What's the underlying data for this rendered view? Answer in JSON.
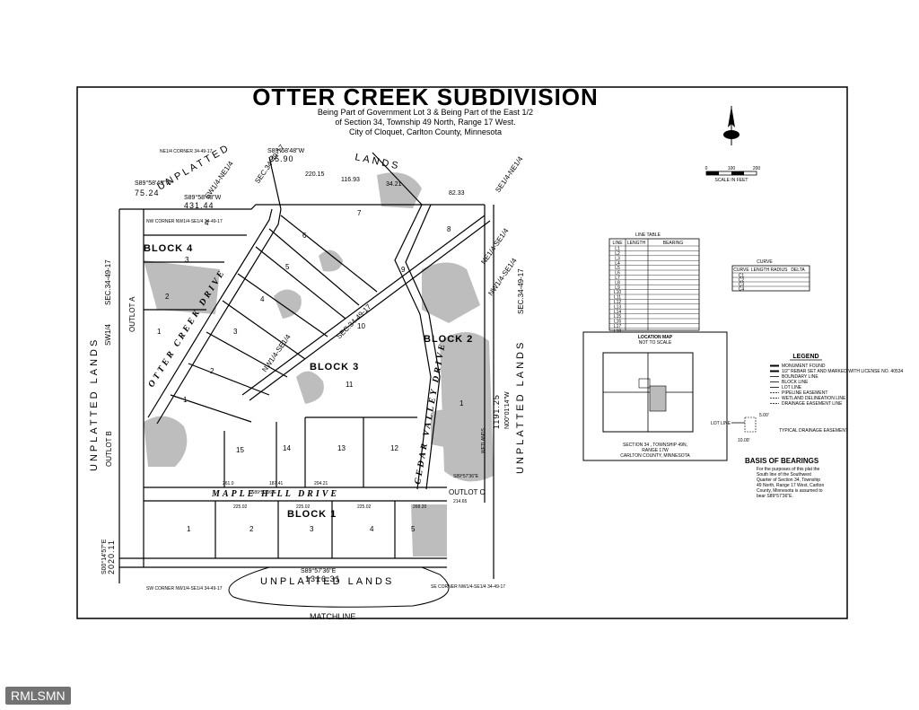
{
  "title": "OTTER CREEK SUBDIVISION",
  "subtitle_lines": [
    "Being Part of Government Lot 3 & Being Part of the East 1/2",
    "of Section 34, Township 49 North, Range 17 West.",
    "City of Cloquet, Carlton County, Minnesota"
  ],
  "scale_bar": {
    "ticks": [
      "0",
      "100",
      "200"
    ],
    "caption": "SCALE IN FEET"
  },
  "north_arrow": {
    "icon": "north-arrow-icon"
  },
  "blocks": [
    "BLOCK 4",
    "BLOCK 3",
    "BLOCK 2",
    "BLOCK 1"
  ],
  "outlots": [
    "OUTLOT B",
    "OUTLOT C",
    "OUTLOT A"
  ],
  "streets": [
    "OTTER CREEK DRIVE",
    "CEDAR VALLEY DRIVE",
    "MAPLE HILL DRIVE"
  ],
  "unplatted_lands": [
    "UNPLATTED LANDS",
    "UNPLATTED LANDS",
    "UNPLATTED LANDS",
    "UNPLATTED"
  ],
  "matchline": "MATCHLINE",
  "lots": {
    "block4": [
      "4",
      "3",
      "2",
      "1"
    ],
    "block3": [
      "8",
      "7",
      "6",
      "5",
      "4",
      "3",
      "2",
      "1",
      "9",
      "10",
      "11",
      "12",
      "13",
      "14",
      "15"
    ],
    "block2": [
      "1"
    ],
    "block1": [
      "1",
      "2",
      "3",
      "4",
      "5"
    ]
  },
  "dimensions": {
    "d1": "S89°58'48\"W",
    "d2": "75.24",
    "d3": "S89°58'48\"W",
    "d4": "431.44",
    "d5": "S89°58'48\"W",
    "d6": "25.90",
    "d7": "1316.31",
    "d8": "S89°57'36\"E",
    "d9": "1191.25",
    "d10": "N00°01'14\"W",
    "d11": "2020.11",
    "d12": "S00°14'57\"E",
    "d13": "220.15",
    "d14": "116.93",
    "d15": "34.21",
    "d16": "82.33",
    "d17": "261.0",
    "d18": "204.21",
    "d19": "187.41",
    "d20": "225.02",
    "d21": "225.02",
    "d22": "225.02",
    "d23": "268.20",
    "d24": "214.65",
    "d25": "S89°57'36\"E",
    "d26": "S89°57'36\"E"
  },
  "section_labels": [
    "SEC.34-49-17",
    "SW1/4-NE1/4",
    "NE1/4-SE1/4",
    "SE1/4-NE1/4",
    "NW1/4-SE1/4",
    "SEC.34-49-17",
    "SEC.34-49-17",
    "SW1/4",
    "SEC.34-49-17",
    "NW1/4-SE1/4"
  ],
  "line_table": {
    "title": "LINE TABLE",
    "headers": [
      "LINE",
      "LENGTH",
      "BEARING"
    ],
    "rows": [
      "L1",
      "L2",
      "L3",
      "L4",
      "L5",
      "L6",
      "L7",
      "L8",
      "L9",
      "L10",
      "L11",
      "L12",
      "L13",
      "L14",
      "L15",
      "L16",
      "L17",
      "L18"
    ]
  },
  "curve_table": {
    "title": "CURVE",
    "headers": [
      "CURVE",
      "LENGTH",
      "RADIUS",
      "DELTA"
    ],
    "rows": [
      "C1",
      "C2",
      "C3",
      "C4"
    ]
  },
  "location_map": {
    "title": "LOCATION MAP",
    "subtitle": "NOT TO SCALE",
    "caption1": "SECTION 34 , TOWNSHIP 49N,",
    "caption2": "RANGE 17W",
    "caption3": "CARLTON COUNTY, MINNESOTA"
  },
  "legend": {
    "title": "LEGEND",
    "items": [
      "MONUMENT FOUND",
      "1/2\" REBAR SET AND MARKED WITH LICENSE NO. 40534",
      "BOUNDARY LINE",
      "BLOCK LINE",
      "LOT LINE",
      "PIPELINE EASEMENT",
      "WETLAND DELINEATION LINE",
      "DRAINAGE EASEMENT LINE"
    ],
    "lot_line_label": "LOT LINE",
    "typical_label": "TYPICAL DRAINAGE EASEMENT",
    "dim_a": "5.00'",
    "dim_b": "10.00'"
  },
  "basis": {
    "title": "BASIS OF BEARINGS",
    "text": [
      "For the purposes of this plat the",
      "South line of the Southwest",
      "Quarter of Section 34, Township",
      "49 North, Range 17 West, Carlton",
      "County, Minnesota is assumed to",
      "bear S89°57'36\"E."
    ]
  },
  "corners": {
    "nw": "NW CORNER NW1/4-SE1/4 34-49-17",
    "sw": "SW CORNER NW1/4-SE1/4 34-49-17",
    "se": "SE CORNER NW1/4-SE1/4 34-49-17",
    "ne": "NE1/4 CORNER 34-49-17"
  },
  "wetlands": "WETLANDS",
  "watermark": "RMLSMN"
}
